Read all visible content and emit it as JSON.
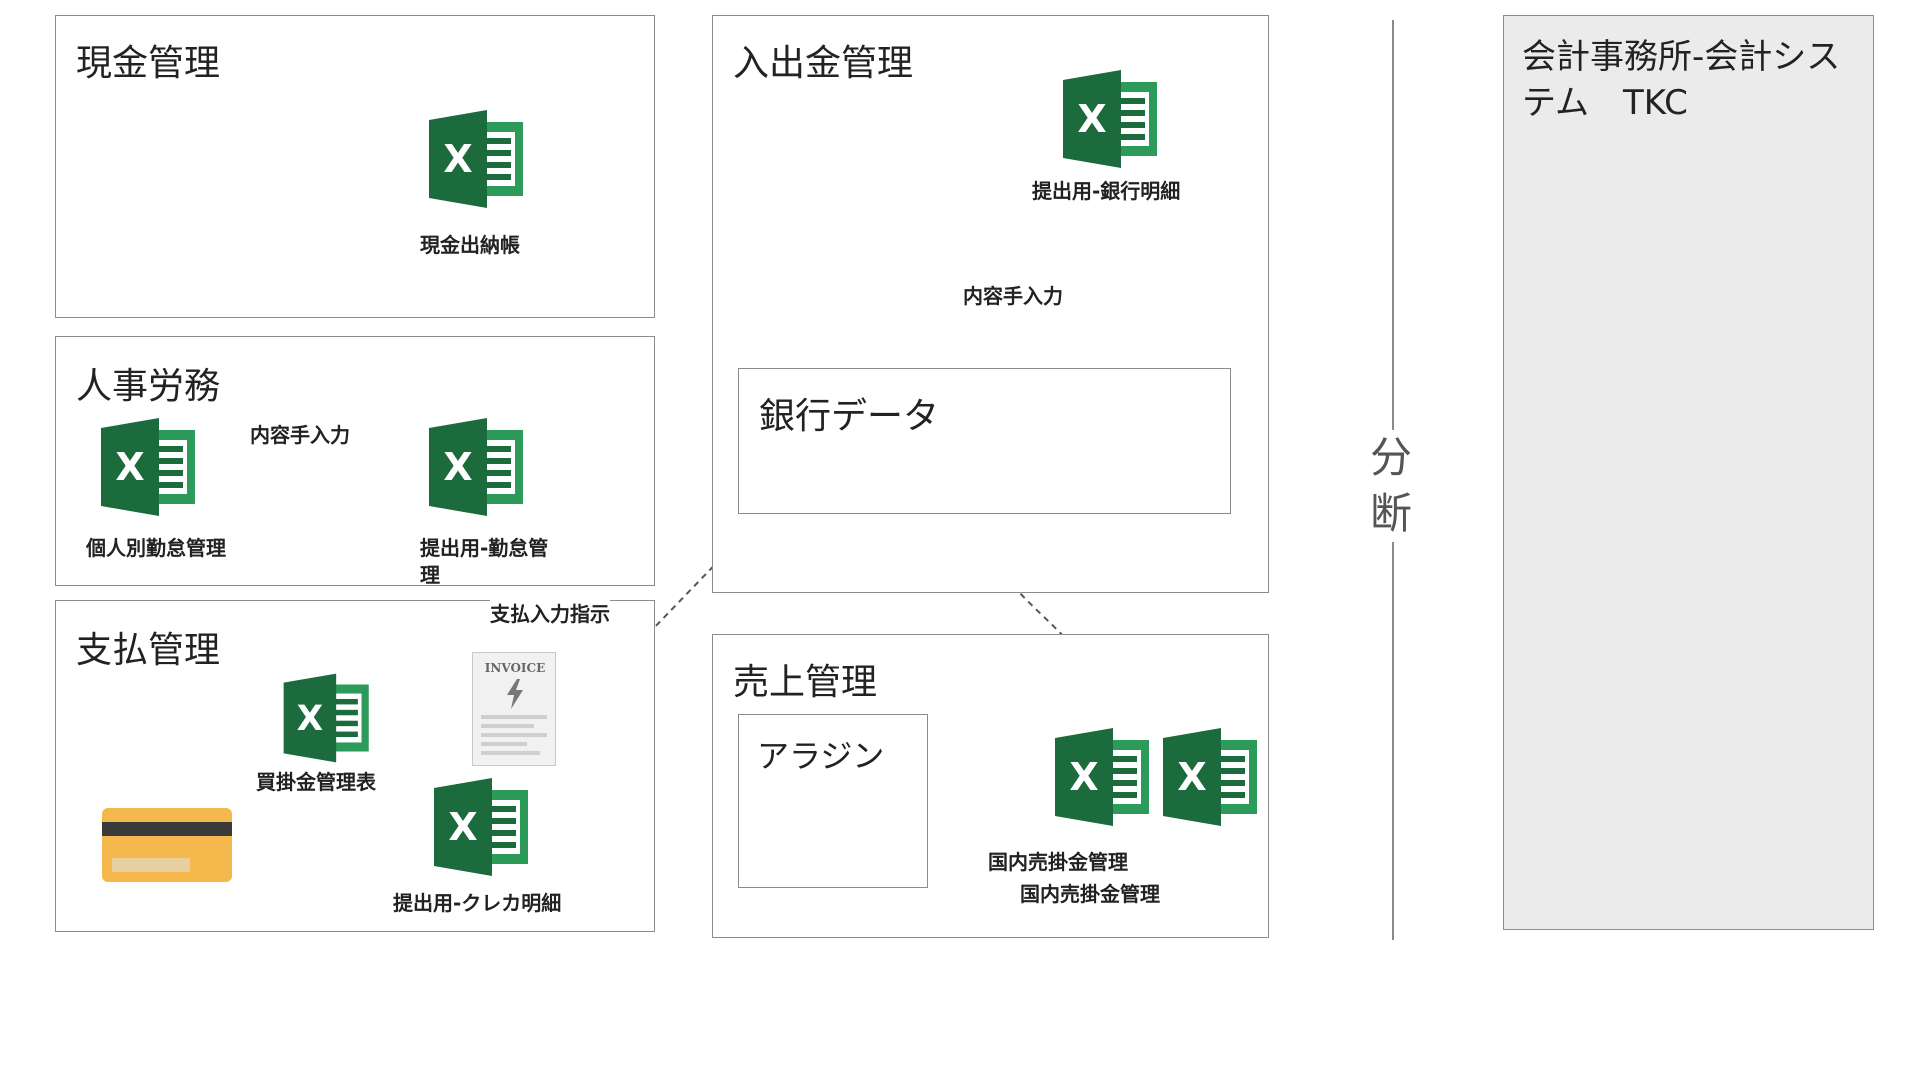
{
  "sections": {
    "cash": {
      "title": "現金管理",
      "file": "現金出納帳"
    },
    "hr": {
      "title": "人事労務",
      "personal_file": "個人別勤怠管理",
      "submit_file": "提出用-勤怠管理",
      "edge_label": "内容手入力"
    },
    "payment": {
      "title": "支払管理",
      "payables_file": "買掛金管理表",
      "card_file": "提出用-クレカ明細",
      "invoice_label": "INVOICE",
      "edge_label": "支払入力指示"
    },
    "deposit": {
      "title": "入出金管理",
      "bank_file": "提出用-銀行明細",
      "edge_label": "内容手入力",
      "bank_data": "銀行データ"
    },
    "sales": {
      "title": "売上管理",
      "system": "アラジン",
      "file_1": "国内売掛金管理",
      "file_2": "国内売掛金管理"
    },
    "accounting": {
      "title": "会計事務所-会計システム　TKC"
    }
  },
  "divider": {
    "label": "分断"
  },
  "colors": {
    "excel_dark": "#1c6b3c",
    "excel_light": "#2c9a58",
    "border": "#8c8c8c",
    "card": "#f5b84c",
    "panel_grey": "#ebebeb"
  }
}
